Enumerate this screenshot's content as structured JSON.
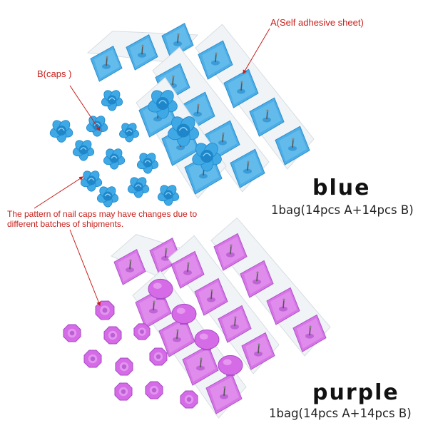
{
  "labels": {
    "sheet_label": "A(Self adhesive sheet)",
    "caps_label": "B(caps )",
    "note": "The pattern of nail caps may have changes due to different batches of shipments."
  },
  "variants": [
    {
      "name": "blue",
      "desc": "1bag(14pcs A+14pcs B)",
      "color": "#3fa9e6",
      "dark": "#1f86c9",
      "light": "#8fd3f7"
    },
    {
      "name": "purple",
      "desc": "1bag(14pcs A+14pcs B)",
      "color": "#d56be6",
      "dark": "#a64ac4",
      "light": "#f1b6f7"
    }
  ],
  "annotation_color": "#c8201c"
}
